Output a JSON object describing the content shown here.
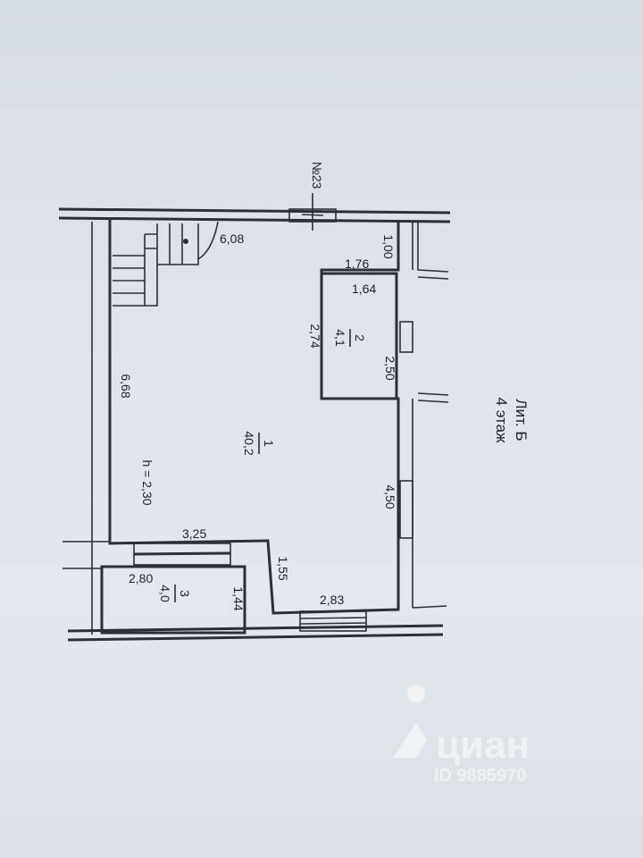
{
  "building": {
    "litera": "Лит. Б",
    "floor": "4 этаж",
    "axis_mark": "№23"
  },
  "rooms": [
    {
      "number": "1",
      "area": "40,2"
    },
    {
      "number": "2",
      "area": "4,1"
    },
    {
      "number": "3",
      "area": "4,0"
    }
  ],
  "height_note": "h = 2,30",
  "dimensions": {
    "top_wall": "6,08",
    "corridor_width": "1,00",
    "room2_top": "1,76",
    "room2_inner": "1,64",
    "room2_side": "2,74",
    "room2_right": "2,50",
    "left_wall": "6,68",
    "right_wall": "4,50",
    "bottom_opening": "3,25",
    "room3_length": "2,80",
    "room3_width": "1,44",
    "bottom_step": "1,55",
    "bottom_window": "2,83"
  },
  "watermark": {
    "brand": "циан",
    "id": "ID 9885970",
    "icon": "cian-logo-icon"
  }
}
